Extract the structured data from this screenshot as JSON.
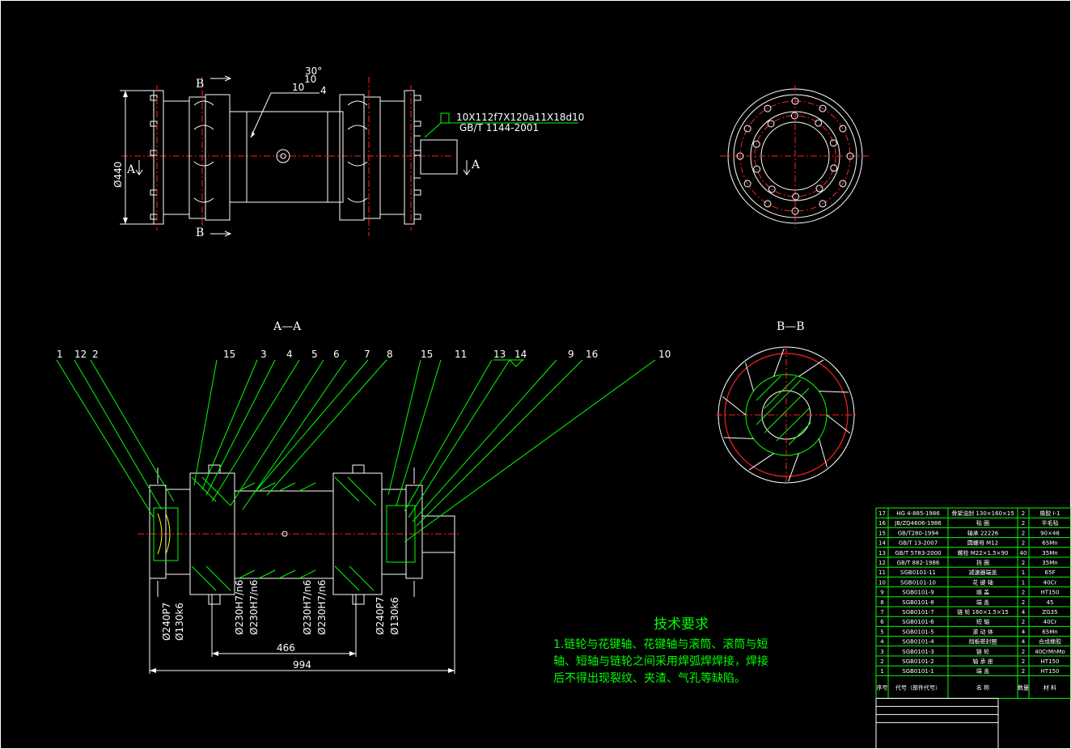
{
  "top_view": {
    "dia_label": "Ø440",
    "section_a": "A",
    "section_b": "B",
    "weld_angle": "30°",
    "weld_size1": "10",
    "weld_size2": "10",
    "weld_num": "4",
    "spline_spec": "10X112f7X120a11X18d10",
    "spline_std": "GB/T 1144-2001"
  },
  "section_aa_title": "A—A",
  "section_bb_title": "B—B",
  "balloons": [
    "1",
    "12",
    "2",
    "15",
    "3",
    "4",
    "5",
    "6",
    "7",
    "8",
    "15",
    "11",
    "13",
    "14",
    "9",
    "16",
    "10"
  ],
  "fits": [
    "Ø240P7",
    "Ø130k6",
    "Ø230H7/n6",
    "Ø230H7/n6",
    "Ø230H7/n6",
    "Ø230H7/n6",
    "Ø240P7",
    "Ø130k6"
  ],
  "dims": {
    "inner": "466",
    "overall": "994"
  },
  "tech_req": {
    "title": "技术要求",
    "line1": "1.链轮与花键轴、花键轴与滚筒、滚筒与短",
    "line2": "轴、短轴与链轮之间采用焊弧焊焊接，焊接",
    "line3": "后不得出现裂纹、夹渣、气孔等缺陷。"
  },
  "bom": {
    "rows": [
      [
        "17",
        "HG 4-885-1986",
        "骨架油封 130×160×15",
        "2",
        "橡胶 I-1"
      ],
      [
        "16",
        "JB/ZQ4606-1986",
        "毡 圈",
        "2",
        "半毛毡"
      ],
      [
        "15",
        "GB/T280-1994",
        "轴承 22226",
        "2",
        "90×48"
      ],
      [
        "14",
        "GB/T 13-2007",
        "圆螺母 M12",
        "2",
        "65Mn"
      ],
      [
        "13",
        "GB/T 5783-2000",
        "螺栓 M22×1.5×90",
        "40",
        "35Mn"
      ],
      [
        "12",
        "GB/T 882-1986",
        "挡 圈",
        "2",
        "35Mn"
      ],
      [
        "11",
        "SGB0101-11",
        "减速器端盖",
        "1",
        "65F"
      ],
      [
        "10",
        "SGB0101-10",
        "花 键 轴",
        "1",
        "40Cr"
      ],
      [
        "9",
        "SGB0101-9",
        "端 盖",
        "2",
        "HT150"
      ],
      [
        "8",
        "SGB0101-8",
        "端 盖",
        "2",
        "45"
      ],
      [
        "7",
        "SGB0101-7",
        "链 轮 160×1.5×15",
        "4",
        "ZG35"
      ],
      [
        "6",
        "SGB0101-6",
        "短 轴",
        "2",
        "40Cr"
      ],
      [
        "5",
        "SGB0101-5",
        "滚 动 体",
        "4",
        "65Mn"
      ],
      [
        "4",
        "SGB0101-4",
        "挡板密封圈",
        "4",
        "合成橡胶"
      ],
      [
        "3",
        "SGB0101-3",
        "链 轮",
        "2",
        "40CrMnMo"
      ],
      [
        "2",
        "SGB0101-2",
        "轴 承 座",
        "2",
        "HT150"
      ],
      [
        "1",
        "SGB0101-1",
        "端 盖",
        "2",
        "HT150"
      ]
    ],
    "header": [
      "序号",
      "代号（部件代号）",
      "名 称",
      "数量",
      "材 料"
    ]
  },
  "colors": {
    "outline": "#ffffff",
    "leader": "#00ff00",
    "center": "#ff2020",
    "background": "#000000"
  }
}
